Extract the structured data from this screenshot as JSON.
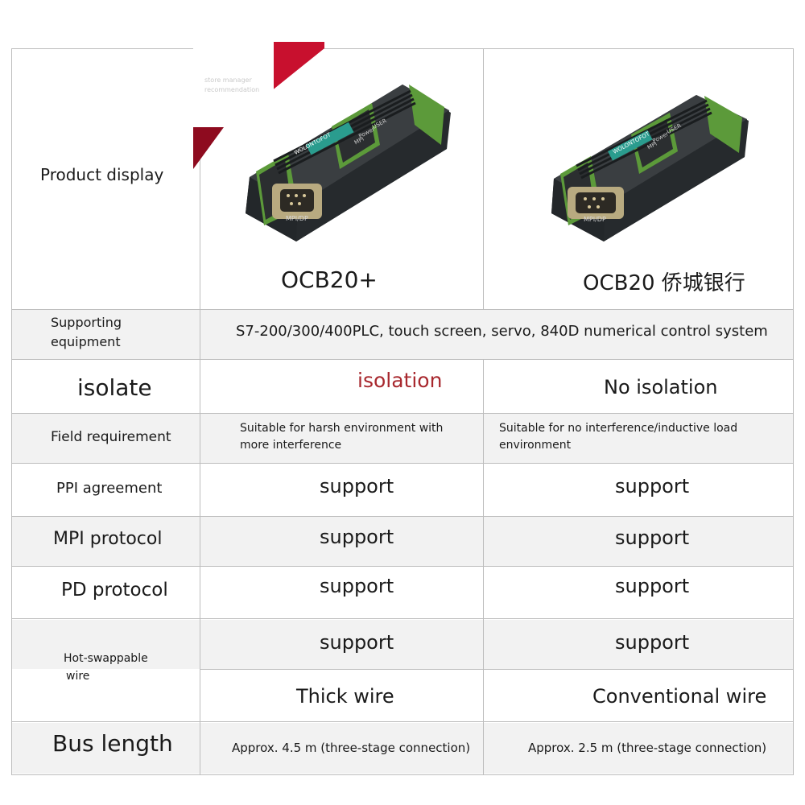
{
  "header": {
    "row_label": "Product display",
    "badge_text_line1": "store manager",
    "badge_text_line2": "recommendation",
    "products": [
      {
        "name": "OCB20+",
        "device_brand": "WOLONTOFOT",
        "leds": [
          "USER",
          "Power",
          "MPI"
        ],
        "port_label": "MPI/DP"
      },
      {
        "name": "OCB20 侨城银行",
        "device_brand": "WOLONTOFOT",
        "leds": [
          "USER",
          "Power",
          "MPI"
        ],
        "port_label": "MPI/DP"
      }
    ]
  },
  "rows": [
    {
      "label": "Supporting equipment",
      "label_line1": "Supporting",
      "label_line2": "equipment",
      "merged_value": "S7-200/300/400PLC, touch screen, servo, 840D numerical control system"
    },
    {
      "label": "isolate",
      "col1": "isolation",
      "col2": "No isolation"
    },
    {
      "label": "Field requirement",
      "col1_line1": "Suitable for harsh environment with",
      "col1_line2": "more interference",
      "col2_line1": "Suitable for no interference/inductive load",
      "col2_line2": "environment"
    },
    {
      "label": "PPI agreement",
      "col1": "support",
      "col2": "support"
    },
    {
      "label": "MPI protocol",
      "col1": "support",
      "col2": "support"
    },
    {
      "label": "PD protocol",
      "col1": "support",
      "col2": "support"
    },
    {
      "label_line1": "Hot-swappable",
      "label_line2": "wire",
      "col1": "support",
      "col2": "support"
    },
    {
      "col1": "Thick wire",
      "col2": "Conventional wire"
    },
    {
      "label": "Bus length",
      "col1": "Approx. 4.5 m (three-stage connection)",
      "col2": "Approx. 2.5 m (three-stage connection)"
    }
  ],
  "colors": {
    "isolation_text": "#a8282e",
    "device_body": "#2b2e30",
    "device_trim": "#5c9a3a",
    "badge_red": "#c8102e"
  }
}
